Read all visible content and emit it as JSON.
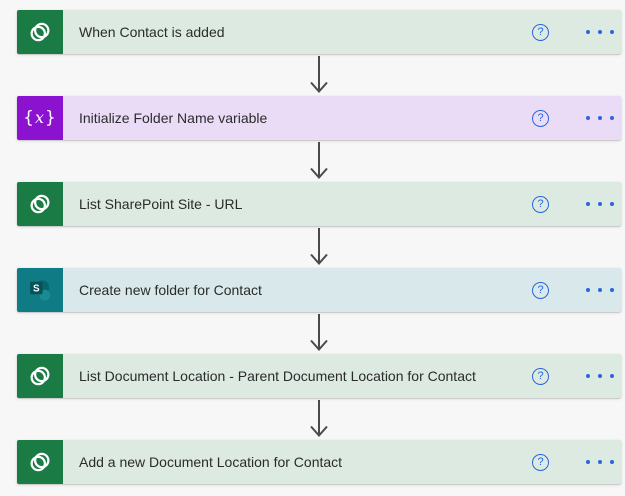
{
  "page": {
    "background_color": "#F7F7F7",
    "arrow_color": "#4A4A4A",
    "accent_blue": "#2A65DF",
    "text_color": "#2B2B2B"
  },
  "flow": {
    "help_glyph": "?",
    "menu_icon": "ellipsis-horizontal",
    "steps": [
      {
        "title": "When Contact is added",
        "icon": "dataverse",
        "icon_name": "dataverse-icon",
        "tile_color": "#1B7B45",
        "card_color": "#DCEAE2"
      },
      {
        "title": "Initialize Folder Name variable",
        "icon": "variable",
        "icon_name": "variable-icon",
        "icon_glyph": "{x}",
        "tile_color": "#8B12CE",
        "card_color": "#EADCF7"
      },
      {
        "title": "List SharePoint Site - URL",
        "icon": "dataverse",
        "icon_name": "dataverse-icon",
        "tile_color": "#1B7B45",
        "card_color": "#DCEAE2"
      },
      {
        "title": "Create new folder for Contact",
        "icon": "sharepoint",
        "icon_name": "sharepoint-icon",
        "tile_color": "#0F7B84",
        "card_color": "#D9E8EB"
      },
      {
        "title": "List Document Location - Parent Document Location for Contact",
        "icon": "dataverse",
        "icon_name": "dataverse-icon",
        "tile_color": "#1B7B45",
        "card_color": "#DCEAE2"
      },
      {
        "title": "Add a new Document Location for Contact",
        "icon": "dataverse",
        "icon_name": "dataverse-icon",
        "tile_color": "#1B7B45",
        "card_color": "#DCEAE2"
      }
    ]
  }
}
